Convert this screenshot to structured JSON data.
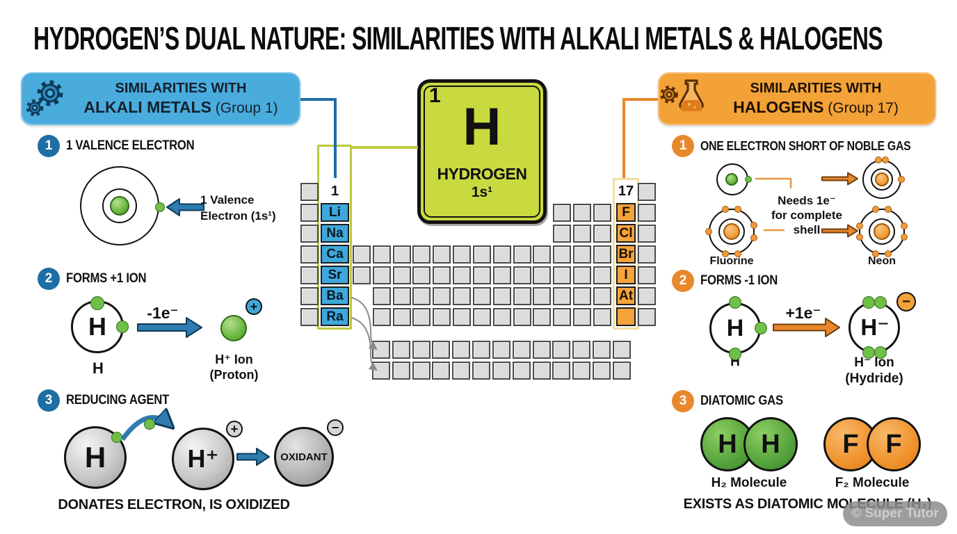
{
  "title": "HYDROGEN’S DUAL NATURE: SIMILARITIES WITH ALKALI METALS & HALOGENS",
  "colors": {
    "blue_banner": "#4aacdd",
    "blue_dark": "#1c6ea4",
    "blue_arrow": "#2e7cb0",
    "orange_banner": "#f3a238",
    "orange_dark": "#e8872b",
    "card_green": "#c9da40",
    "cell_blue": "#3fa8db",
    "cell_orange": "#f5a43c",
    "cell_gray": "#dcdcdc",
    "electron_green": "#6fbf48",
    "electron_orange": "#f09a3c"
  },
  "icons": {
    "left_banner": "gears-icon",
    "right_banner": "gear-flask-icon"
  },
  "left": {
    "banner": {
      "line1": "SIMILARITIES WITH",
      "bold": "ALKALI METALS",
      "rest": " (Group 1)"
    },
    "items": [
      {
        "num": "1",
        "heading": "1 VALENCE ELECTRON"
      },
      {
        "num": "2",
        "heading": "FORMS +1 ION"
      },
      {
        "num": "3",
        "heading": "REDUCING AGENT"
      }
    ],
    "valence": {
      "line1": "1 Valence",
      "line2": "Electron (1s¹)"
    },
    "ion": {
      "h": "H",
      "arrow": "-1e⁻",
      "plus": "+",
      "ion_line1": "H⁺ Ion",
      "ion_line2": "(Proton)"
    },
    "reducing": {
      "h": "H",
      "hplus": "H⁺",
      "plus": "+",
      "minus": "−",
      "oxidant": "OXIDANT",
      "caption": "DONATES ELECTRON, IS OXIDIZED"
    }
  },
  "right": {
    "banner": {
      "line1": "SIMILARITIES WITH",
      "bold": "HALOGENS",
      "rest": " (Group 17)"
    },
    "items": [
      {
        "num": "1",
        "heading": "ONE ELECTRON SHORT OF NOBLE GAS"
      },
      {
        "num": "2",
        "heading": "FORMS -1 ION"
      },
      {
        "num": "3",
        "heading": "DIATOMIC GAS"
      }
    ],
    "noble": {
      "needs1": "Needs 1e⁻",
      "needs2": "for complete",
      "needs3": "shell",
      "fluorine": "Fluorine",
      "neon": "Neon"
    },
    "ion": {
      "h": "H",
      "arrow": "+1e⁻",
      "hminus": "H⁻",
      "minus": "−",
      "h_label": "H",
      "ion_line1": "H⁻ Ion",
      "ion_line2": "(Hydride)"
    },
    "diatomic": {
      "h": "H",
      "f": "F",
      "h2": "H₂ Molecule",
      "f2": "F₂ Molecule",
      "caption": "EXISTS AS DIATOMIC MOLECULE (H₂)"
    }
  },
  "card": {
    "number": "1",
    "symbol": "H",
    "name": "HYDROGEN",
    "config": "1s¹"
  },
  "table": {
    "group1": "1",
    "group17": "17",
    "alkali": [
      "Li",
      "Na",
      "Ca",
      "Sr",
      "Ba",
      "Ra"
    ],
    "halogens": [
      "F",
      "Cl",
      "Br",
      "I",
      "At",
      ""
    ]
  },
  "watermark": "© Super Tutor"
}
